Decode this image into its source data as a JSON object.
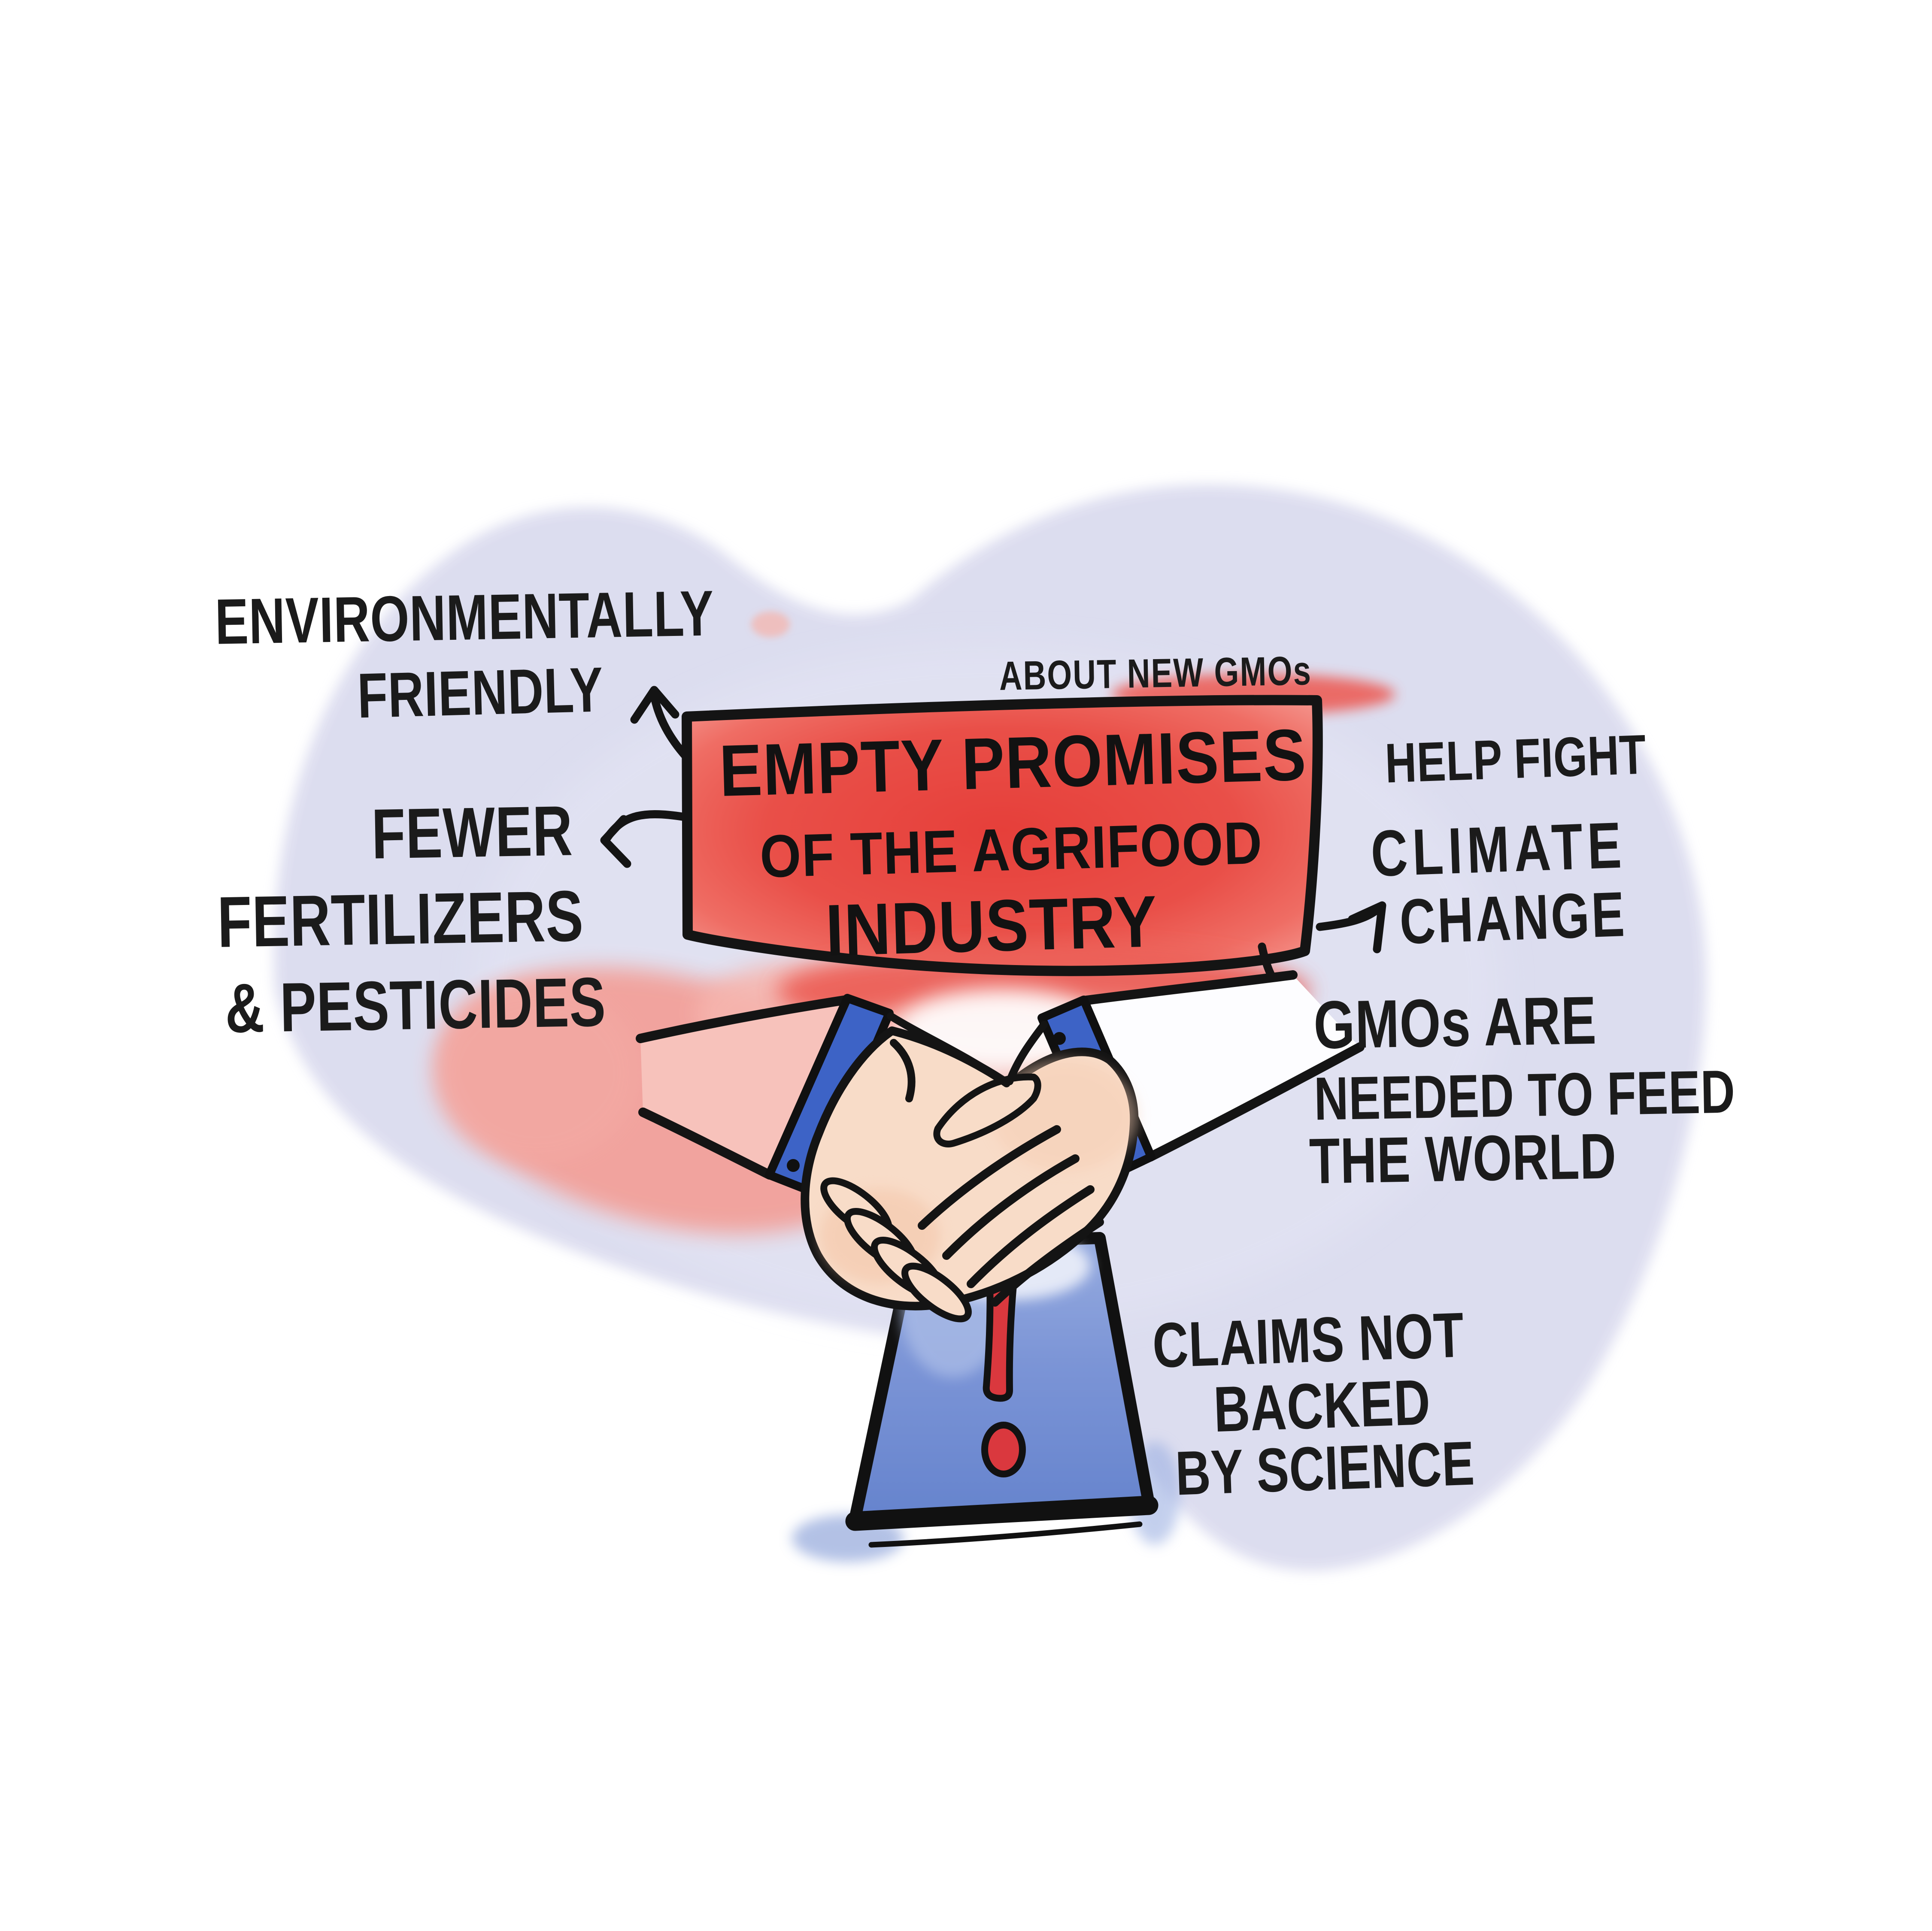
{
  "subject_note": "ABOUT NEW GMOs",
  "title_lines": [
    "EMPTY PROMISES",
    "OF THE AGRIFOOD",
    "INDUSTRY"
  ],
  "promise_labels": {
    "environment": [
      "ENVIRONMENTALLY",
      "FRIENDLY"
    ],
    "chemicals": [
      "FEWER",
      "FERTILIZERS",
      "& PESTICIDES"
    ],
    "climate": [
      "HELP FIGHT",
      "CLIMATE",
      "CHANGE"
    ],
    "food_security": [
      "GMOs ARE",
      "NEEDED TO FEED",
      "THE WORLD"
    ]
  },
  "conclusion_lines": [
    "CLAIMS NOT",
    "BACKED",
    "BY SCIENCE"
  ],
  "colors": {
    "background": "#ffffff",
    "wash_lavender": "#dbdcef",
    "box_red_core": "#e8453f",
    "box_red_edge": "#f2928a",
    "wash_pink": "#f3a49e",
    "cuff_blue": "#3d63c6",
    "sign_blue": "#7b94d6",
    "exclamation_red": "#da383e",
    "skin": "#f8dcc8",
    "ink": "#161616"
  },
  "icons": [
    "handshake-icon",
    "warning-sign-icon",
    "arrow-up-icon",
    "arrow-left-icon",
    "arrow-up-right-icon",
    "arrow-down-right-icon"
  ]
}
